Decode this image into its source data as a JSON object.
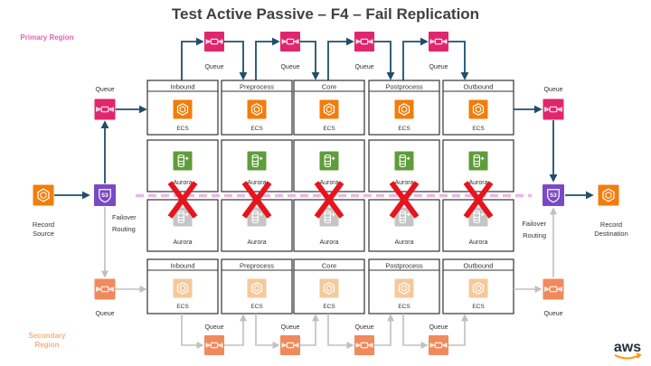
{
  "title": "Test Active Passive – F4 – Fail Replication",
  "regions": {
    "primary": "Primary Region",
    "secondary": "Secondary Region"
  },
  "labels": {
    "queue": "Queue",
    "ecs": "ECS",
    "aurora": "Aurora",
    "failover": "Failover Routing",
    "record_source": "Record Source",
    "record_destination": "Record Destination",
    "route53": "53"
  },
  "stages": [
    "Inbound",
    "Preprocess",
    "Core",
    "Postprocess",
    "Outbound"
  ],
  "colors": {
    "title": "#404040",
    "primary_region": "#e75fb4",
    "secondary_region": "#f4b183",
    "queue_primary": "#e0266d",
    "queue_secondary": "#f08a5d",
    "ecs_primary": "#f27d0c",
    "ecs_secondary": "#f6c99a",
    "aurora_primary": "#5f9c3a",
    "aurora_secondary": "#c5c5c5",
    "route53": "#7b49c4",
    "arrow_primary": "#1f4e6b",
    "arrow_secondary": "#c0c0c0",
    "x_mark": "#e8141c",
    "divider": "#e9b6e8",
    "aws_text": "#232f3e",
    "aws_smile": "#ff9900"
  },
  "icons": {
    "queue": "sqs-queue-icon",
    "ecs": "ecs-container-icon",
    "aurora": "aurora-database-icon",
    "route53": "route53-icon",
    "x": "x-mark-icon",
    "aws": "aws-logo"
  },
  "logo_text": "aws"
}
